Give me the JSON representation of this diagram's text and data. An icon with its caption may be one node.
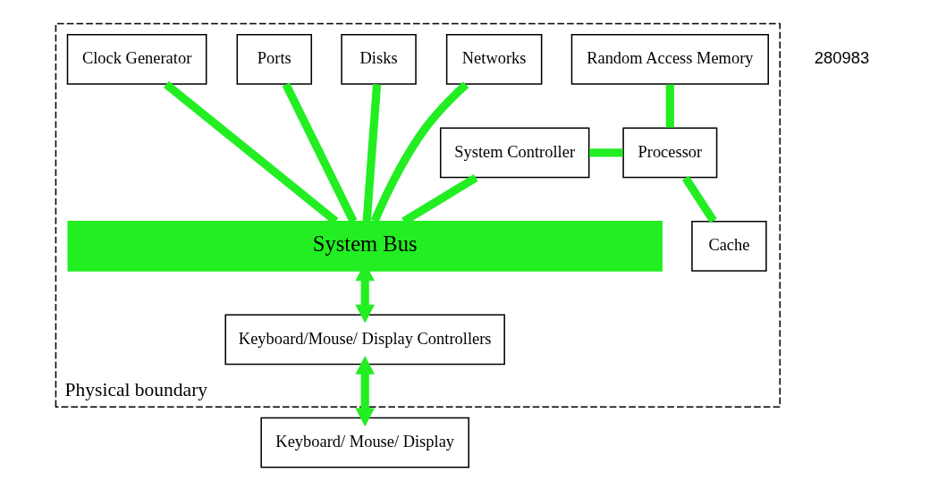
{
  "diagram": {
    "nodes": [
      {
        "text": [
          "Physical boundary"
        ]
      },
      {
        "text": [
          "Random Access Memory"
        ],
        "in": 0
      },
      {
        "text": [
          "Processor"
        ],
        "in": 0
      },
      {
        "text": [
          "Cache"
        ],
        "in": 0
      },
      {
        "text": [
          "System Controller"
        ],
        "in": 0
      },
      {
        "text": [
          "Networks"
        ],
        "in": 0
      },
      {
        "text": [
          "Disks"
        ],
        "in": 0
      },
      {
        "text": [
          "Ports"
        ],
        "in": 0
      },
      {
        "text": [
          "Clock Generator"
        ],
        "in": 0
      },
      {
        "text": [
          "System Bus"
        ],
        "in": 0
      },
      {
        "text": [
          "Keyboard/Mouse/ Display Controllers"
        ],
        "in": 0
      },
      {
        "text": [
          "Keyboard/ Mouse/ Display"
        ]
      }
    ],
    "edges": [
      {
        "from": 1,
        "to": 2,
        "arrow": "none"
      },
      {
        "from": 2,
        "to": 3,
        "arrow": "none"
      },
      {
        "from": 2,
        "to": 4,
        "arrow": "none"
      },
      {
        "from": 4,
        "to": 9,
        "arrow": "none"
      },
      {
        "from": 5,
        "to": 9,
        "arrow": "none"
      },
      {
        "from": 6,
        "to": 9,
        "arrow": "none"
      },
      {
        "from": 7,
        "to": 9,
        "arrow": "none"
      },
      {
        "from": 8,
        "to": 9,
        "arrow": "none"
      },
      {
        "from": 9,
        "to": 10,
        "arrow": "both"
      },
      {
        "from": 10,
        "to": 11,
        "arrow": "both"
      }
    ],
    "labels": [
      "280983"
    ]
  }
}
